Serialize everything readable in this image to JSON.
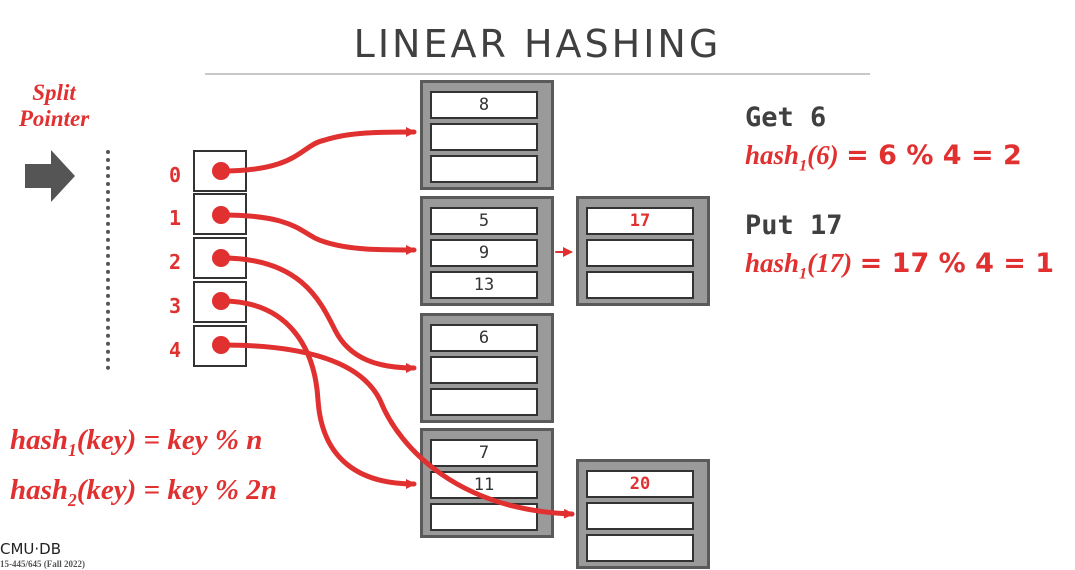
{
  "title": "LINEAR HASHING",
  "split_pointer": {
    "line1": "Split",
    "line2": "Pointer"
  },
  "slots": [
    "0",
    "1",
    "2",
    "3",
    "4"
  ],
  "buckets": [
    {
      "cells": [
        "8",
        "",
        ""
      ]
    },
    {
      "cells": [
        "5",
        "9",
        "13"
      ]
    },
    {
      "cells": [
        "6",
        "",
        ""
      ]
    },
    {
      "cells": [
        "7",
        "11",
        ""
      ]
    }
  ],
  "overflow_buckets": [
    {
      "cells": [
        "17",
        "",
        ""
      ]
    },
    {
      "cells": [
        "20",
        "",
        ""
      ]
    }
  ],
  "ops": [
    {
      "command": "Get 6",
      "fn_name": "hash",
      "fn_sub": "1",
      "fn_arg": "(6)",
      "rhs": "=  6 % 4 = 2"
    },
    {
      "command": "Put 17",
      "fn_name": "hash",
      "fn_sub": "1",
      "fn_arg": "(17)",
      "rhs": "=  17 % 4 = 1"
    }
  ],
  "formulas": [
    {
      "name": "hash",
      "sub": "1",
      "rest": "(key) = key % n"
    },
    {
      "name": "hash",
      "sub": "2",
      "rest": "(key) = key % 2n"
    }
  ],
  "footer": {
    "logo": "CMU·DB",
    "course": "15-445/645 (Fall 2022)"
  },
  "colors": {
    "accent": "#e03030",
    "bucket_fill": "#9a9a9a",
    "bucket_border": "#5a5a5a",
    "title": "#404040"
  }
}
